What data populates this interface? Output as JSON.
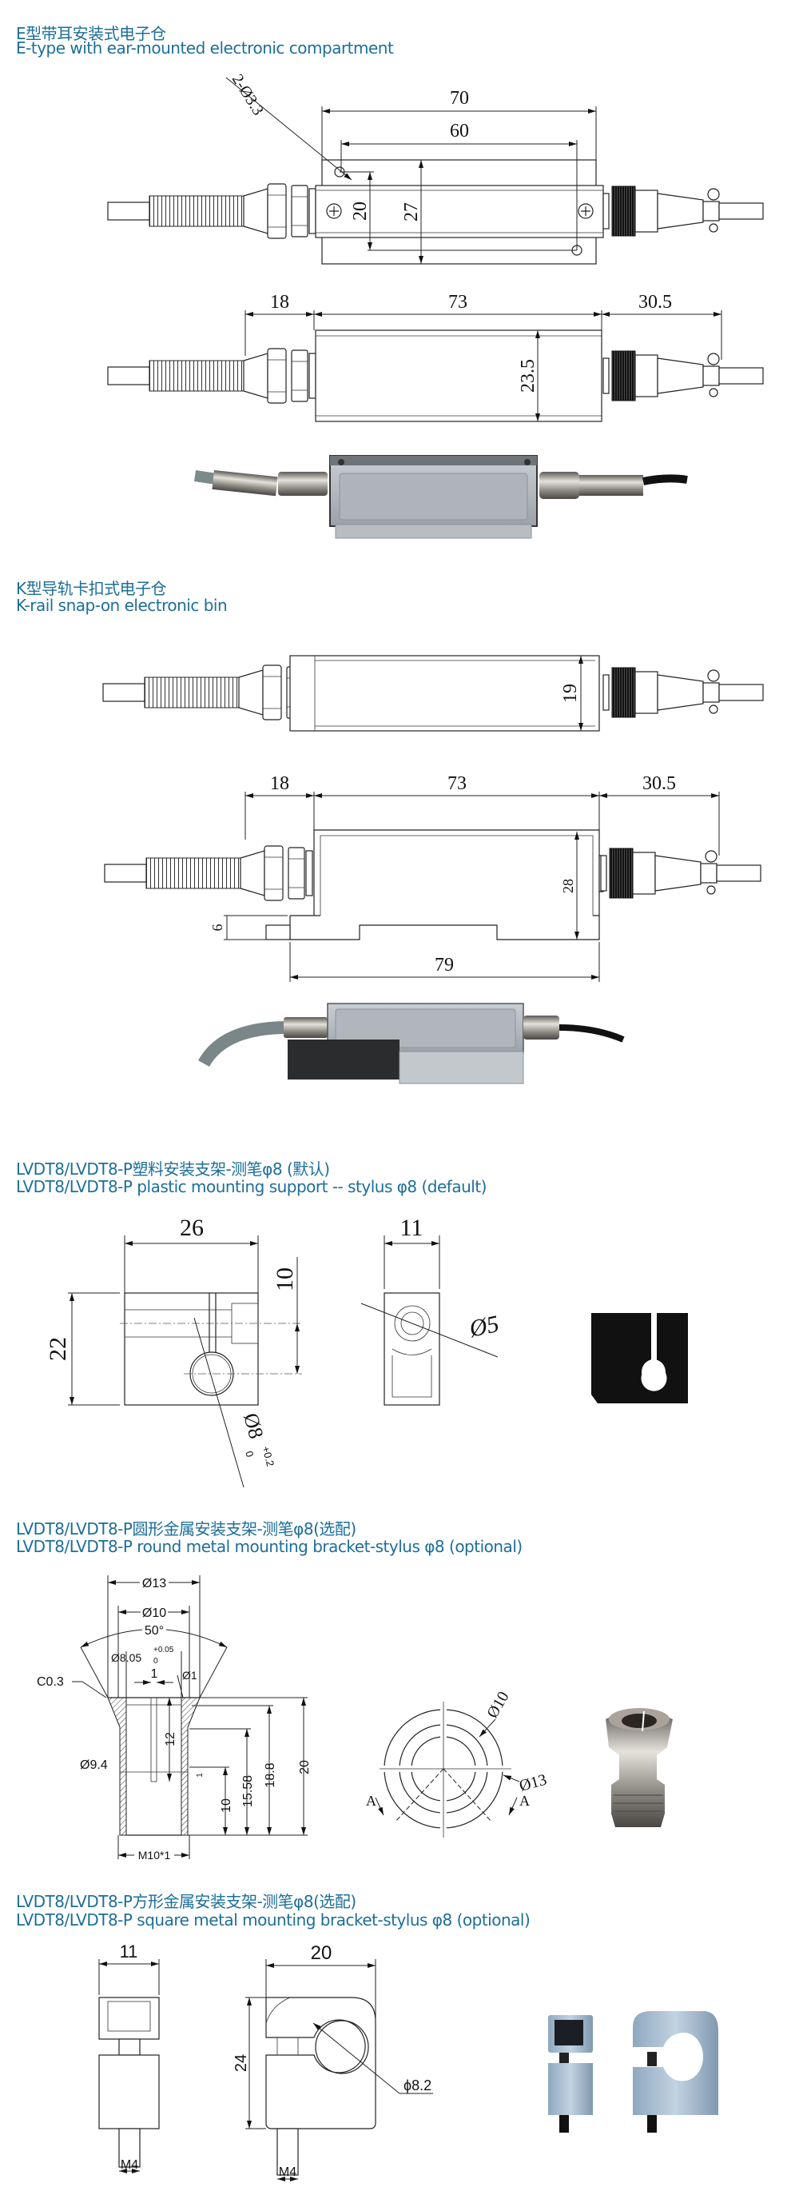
{
  "e_type": {
    "title_zh": "E型带耳安装式电子仓",
    "title_en": "E-type with ear-mounted electronic compartment",
    "top_view": {
      "hole_note": "2-Ø3.3",
      "d70": "70",
      "d60": "60",
      "d20": "20",
      "d27": "27"
    },
    "side_view": {
      "d18": "18",
      "d73": "73",
      "d30_5": "30.5",
      "d23_5": "23.5"
    }
  },
  "k_type": {
    "title_zh": "K型导轨卡扣式电子仓",
    "title_en": "K-rail snap-on electronic bin",
    "top_view": {
      "d19": "19"
    },
    "side_view": {
      "d18": "18",
      "d73": "73",
      "d30_5": "30.5",
      "d28": "28",
      "d6": "6",
      "d79": "79"
    }
  },
  "plastic_support": {
    "title_zh": "LVDT8/LVDT8-P塑料安装支架-测笔φ8 (默认)",
    "title_en": "LVDT8/LVDT8-P plastic mounting support -- stylus φ8 (default)",
    "front": {
      "d26": "26",
      "d22": "22",
      "d10": "10",
      "hole": "Ø8",
      "tol_upper": "+0.2",
      "tol_lower": "0"
    },
    "side": {
      "d11": "11",
      "hole": "Ø5"
    }
  },
  "round_bracket": {
    "title_zh": "LVDT8/LVDT8-P圆形金属安装支架-测笔φ8(选配)",
    "title_en": "LVDT8/LVDT8-P round metal mounting bracket-stylus φ8 (optional)",
    "section": {
      "d13": "Ø13",
      "d10": "Ø10",
      "angle": "50°",
      "bore": "Ø8.05",
      "bore_tol_upper": "+0.05",
      "bore_tol_lower": "0",
      "slot": "1",
      "chamfer": "C0.3",
      "d1": "Ø1",
      "d9_4": "Ø9.4",
      "h12": "12",
      "h1": "1",
      "h10": "10",
      "h15_58": "15.58",
      "h18_8": "18.8",
      "h20": "20",
      "thread": "M10*1"
    },
    "end_view": {
      "d10": "Ø10",
      "d13": "Ø13",
      "section_a1": "A",
      "section_a2": "A"
    }
  },
  "square_bracket": {
    "title_zh": "LVDT8/LVDT8-P方形金属安装支架-测笔φ8(选配)",
    "title_en": "LVDT8/LVDT8-P square metal mounting bracket-stylus φ8 (optional)",
    "side": {
      "d11": "11",
      "thread": "M4"
    },
    "front": {
      "d20": "20",
      "d24": "24",
      "hole": "ϕ8.2",
      "thread": "M4"
    }
  }
}
